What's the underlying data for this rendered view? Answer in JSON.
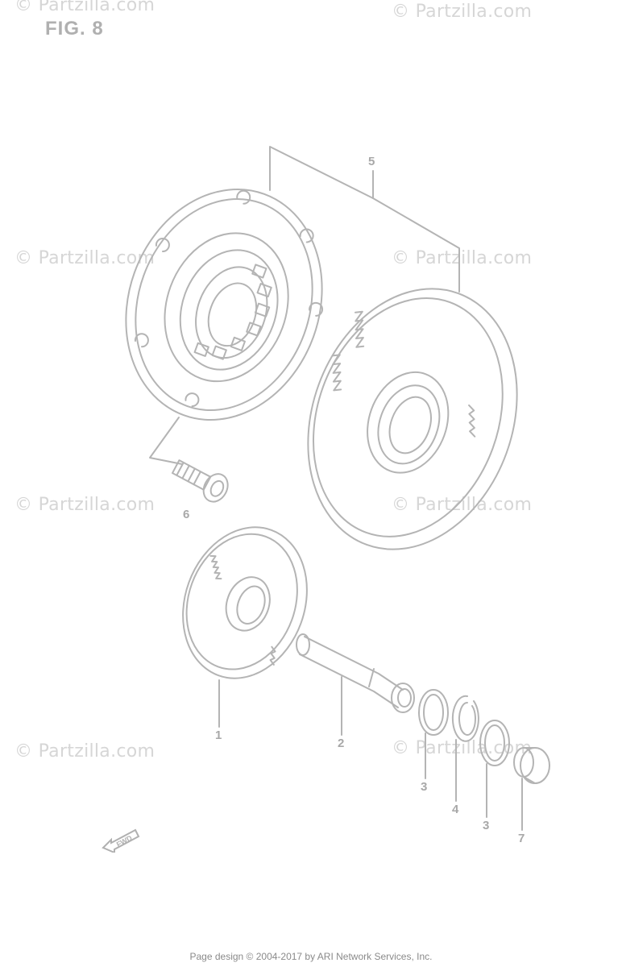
{
  "figure": {
    "title": "FIG. 8"
  },
  "watermark": "© Partzilla.com",
  "callouts": [
    "5",
    "6",
    "1",
    "2",
    "3",
    "4",
    "3",
    "7"
  ],
  "fwd_label": "FWD",
  "footer": "Page design © 2004-2017 by ARI Network Services, Inc."
}
